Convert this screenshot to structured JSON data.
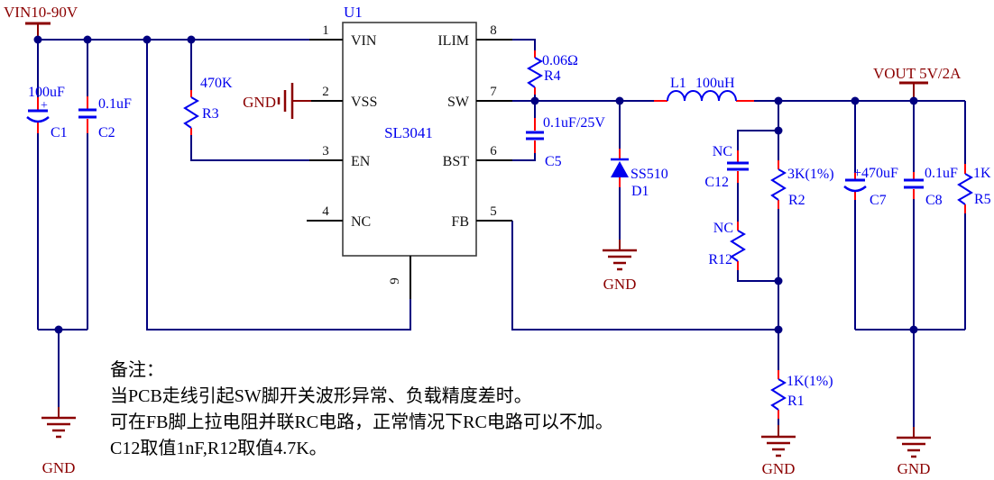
{
  "colors": {
    "wire": "#000080",
    "component": "#0000ee",
    "terminal": "#ff0000",
    "power": "#8b0000",
    "ink": "#000000"
  },
  "power_labels": {
    "vin": "VIN10-90V",
    "vout": "VOUT 5V/2A",
    "gnd": "GND"
  },
  "ic": {
    "refdes": "U1",
    "part": "SL3041",
    "pin9": "9",
    "left_pins": [
      {
        "num": "1",
        "name": "VIN"
      },
      {
        "num": "2",
        "name": "VSS"
      },
      {
        "num": "3",
        "name": "EN"
      },
      {
        "num": "4",
        "name": "NC"
      }
    ],
    "right_pins": [
      {
        "num": "8",
        "name": "ILIM"
      },
      {
        "num": "7",
        "name": "SW"
      },
      {
        "num": "6",
        "name": "BST"
      },
      {
        "num": "5",
        "name": "FB"
      }
    ]
  },
  "components": {
    "c1": {
      "refdes": "C1",
      "value": "100uF",
      "plus": "+"
    },
    "c2": {
      "refdes": "C2",
      "value": "0.1uF"
    },
    "r3": {
      "refdes": "R3",
      "value": "470K"
    },
    "r4": {
      "refdes": "R4",
      "value": "0.06Ω"
    },
    "c5": {
      "refdes": "C5",
      "value": "0.1uF/25V"
    },
    "d1": {
      "refdes": "D1",
      "value": "SS510"
    },
    "l1": {
      "refdes": "L1",
      "value": "100uH"
    },
    "c12": {
      "refdes": "C12",
      "status": "NC"
    },
    "r12": {
      "refdes": "R12",
      "status": "NC"
    },
    "r2": {
      "refdes": "R2",
      "value": "3K(1%)"
    },
    "r1": {
      "refdes": "R1",
      "value": "1K(1%)"
    },
    "c7": {
      "refdes": "C7",
      "value": "+470uF"
    },
    "c8": {
      "refdes": "C8",
      "value": "0.1uF"
    },
    "r5": {
      "refdes": "R5",
      "value": "1K"
    }
  },
  "notes": {
    "title": "备注：",
    "line1": "当PCB走线引起SW脚开关波形异常、负载精度差时。",
    "line2": "可在FB脚上拉电阻并联RC电路，正常情况下RC电路可以不加。",
    "line3": "C12取值1nF,R12取值4.7K。"
  }
}
